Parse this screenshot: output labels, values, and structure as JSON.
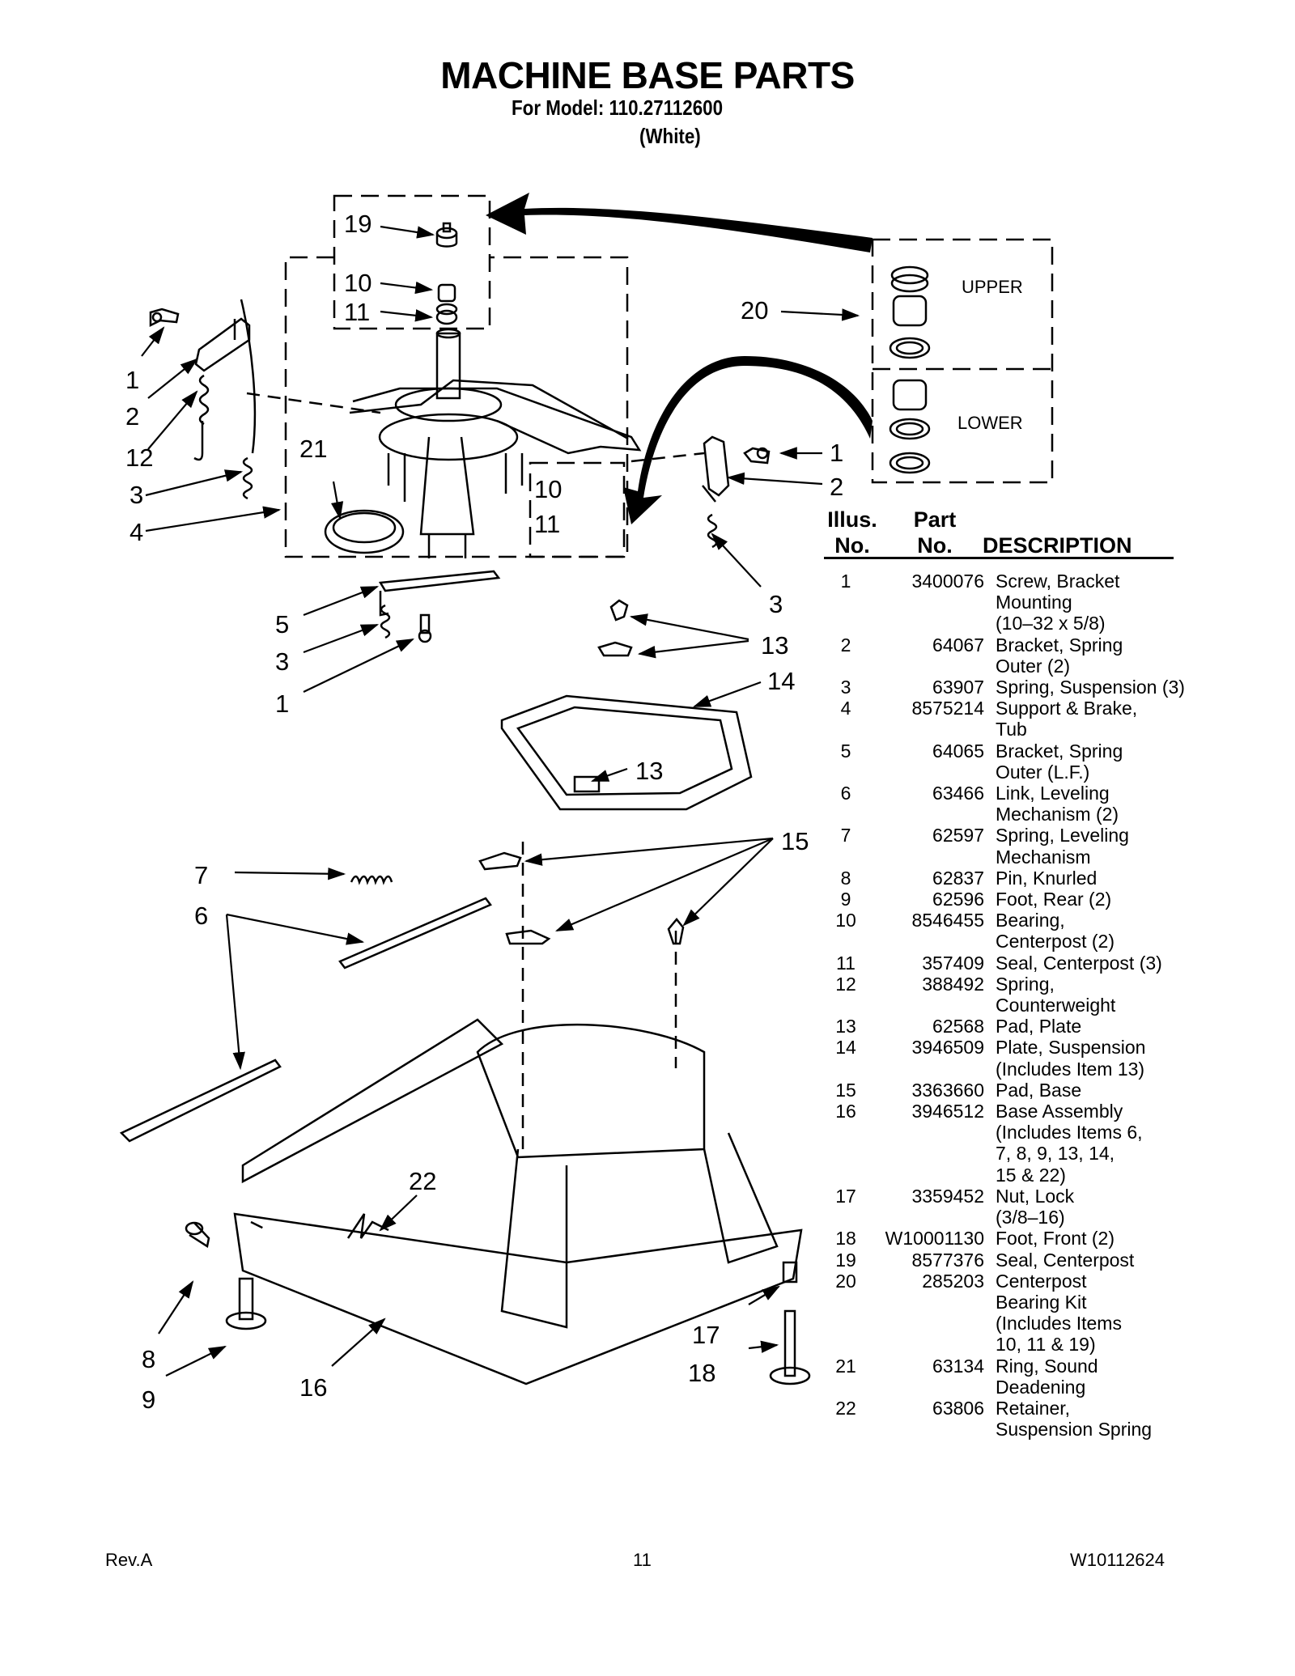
{
  "header": {
    "title": "MACHINE BASE PARTS",
    "model_line": "For Model: 110.27112600",
    "variant": "(White)"
  },
  "kit": {
    "upper_label": "UPPER",
    "lower_label": "LOWER"
  },
  "callouts": [
    "1",
    "2",
    "3",
    "4",
    "5",
    "6",
    "7",
    "8",
    "9",
    "10",
    "11",
    "12",
    "13",
    "14",
    "15",
    "16",
    "17",
    "18",
    "19",
    "20",
    "21",
    "22"
  ],
  "table": {
    "col_illus_1": "Illus.",
    "col_illus_2": "No.",
    "col_part_1": "Part",
    "col_part_2": "No.",
    "col_desc": "DESCRIPTION",
    "rows": [
      {
        "no": "1",
        "part": "3400076",
        "desc": "Screw, Bracket\nMounting\n(10–32 x 5/8)"
      },
      {
        "no": "2",
        "part": "64067",
        "desc": "Bracket, Spring\nOuter (2)"
      },
      {
        "no": "3",
        "part": "63907",
        "desc": "Spring, Suspension (3)"
      },
      {
        "no": "4",
        "part": "8575214",
        "desc": "Support & Brake,\nTub"
      },
      {
        "no": "5",
        "part": "64065",
        "desc": "Bracket, Spring\nOuter (L.F.)"
      },
      {
        "no": "6",
        "part": "63466",
        "desc": "Link, Leveling\nMechanism (2)"
      },
      {
        "no": "7",
        "part": "62597",
        "desc": "Spring, Leveling\nMechanism"
      },
      {
        "no": "8",
        "part": "62837",
        "desc": "Pin, Knurled"
      },
      {
        "no": "9",
        "part": "62596",
        "desc": "Foot, Rear (2)"
      },
      {
        "no": "10",
        "part": "8546455",
        "desc": "Bearing,\nCenterpost (2)"
      },
      {
        "no": "11",
        "part": "357409",
        "desc": "Seal, Centerpost (3)"
      },
      {
        "no": "12",
        "part": "388492",
        "desc": "Spring,\nCounterweight"
      },
      {
        "no": "13",
        "part": "62568",
        "desc": "Pad, Plate"
      },
      {
        "no": "14",
        "part": "3946509",
        "desc": "Plate, Suspension\n(Includes Item 13)"
      },
      {
        "no": "15",
        "part": "3363660",
        "desc": "Pad, Base"
      },
      {
        "no": "16",
        "part": "3946512",
        "desc": "Base Assembly\n(Includes Items 6,\n7, 8, 9, 13, 14,\n15 & 22)"
      },
      {
        "no": "17",
        "part": "3359452",
        "desc": "Nut, Lock\n(3/8–16)"
      },
      {
        "no": "18",
        "part": "W10001130",
        "desc": "Foot, Front (2)"
      },
      {
        "no": "19",
        "part": "8577376",
        "desc": "Seal, Centerpost"
      },
      {
        "no": "20",
        "part": "285203",
        "desc": "Centerpost\nBearing Kit\n(Includes Items\n10, 11 & 19)"
      },
      {
        "no": "21",
        "part": "63134",
        "desc": "Ring, Sound\nDeadening"
      },
      {
        "no": "22",
        "part": "63806",
        "desc": "Retainer,\nSuspension Spring"
      }
    ]
  },
  "footer": {
    "rev": "Rev.A",
    "page": "11",
    "doc_no": "W10112624"
  }
}
